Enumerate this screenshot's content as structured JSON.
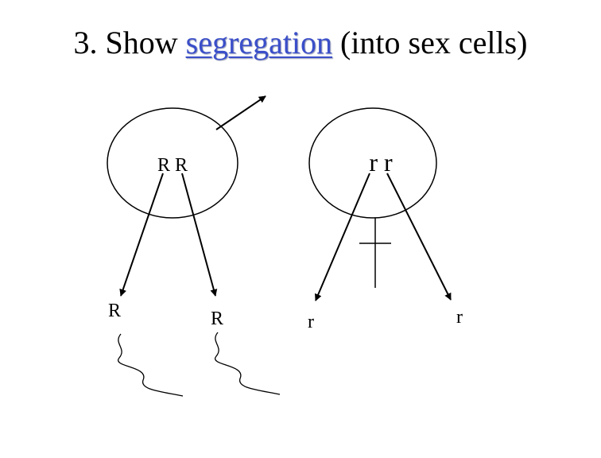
{
  "title": {
    "prefix": "3. Show",
    "highlight": "segregation",
    "suffix": "(into sex cells)"
  },
  "parents": {
    "left_genotype": "R R",
    "right_genotype": "r r"
  },
  "gametes": [
    "R",
    "R",
    "r",
    "r"
  ],
  "colors": {
    "text": "#000000",
    "highlight": "#3b4fc9"
  },
  "symbols": {
    "cross_mark": "male-symbol-cross"
  }
}
